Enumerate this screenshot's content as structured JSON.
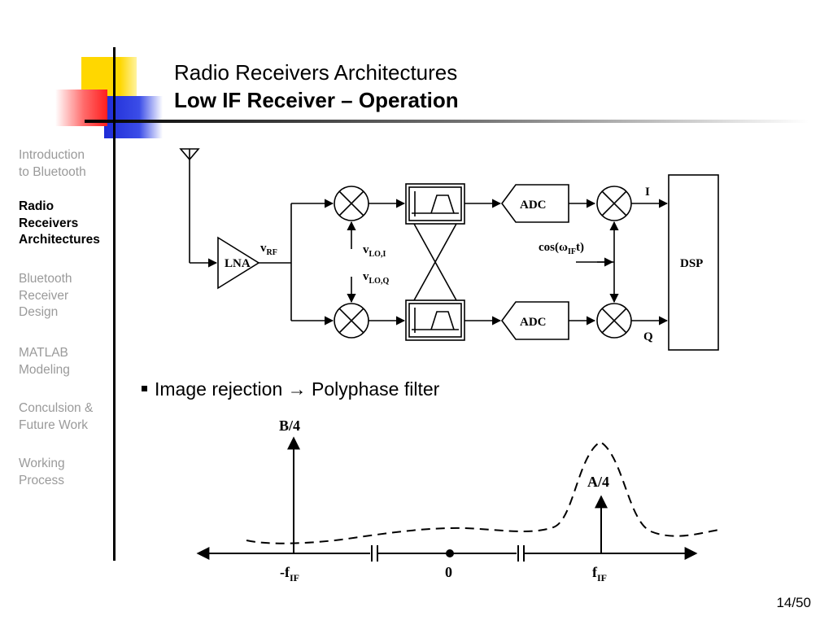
{
  "slide": {
    "title_line1": "Radio Receivers Architectures",
    "title_line2": "Low IF Receiver – Operation",
    "page_number": "14/50"
  },
  "sidebar": {
    "items": [
      {
        "lines": [
          "Introduction",
          "to Bluetooth"
        ],
        "active": false
      },
      {
        "lines": [
          "Radio",
          "Receivers",
          "Architectures"
        ],
        "active": true
      },
      {
        "lines": [
          "Bluetooth",
          "Receiver",
          "Design"
        ],
        "active": false
      },
      {
        "lines": [
          "MATLAB",
          "Modeling"
        ],
        "active": false
      },
      {
        "lines": [
          "Conculsion &",
          "Future Work"
        ],
        "active": false
      },
      {
        "lines": [
          "Working",
          "Process"
        ],
        "active": false
      }
    ]
  },
  "bullet": {
    "text_before": "Image rejection",
    "arrow": "→",
    "text_after": "Polyphase filter"
  },
  "block_diagram": {
    "lna": "LNA",
    "v_rf": {
      "base": "v",
      "sub": "RF"
    },
    "v_lo_i": {
      "base": "v",
      "sub": "LO,I"
    },
    "v_lo_q": {
      "base": "v",
      "sub": "LO,Q"
    },
    "adc_top": "ADC",
    "adc_bottom": "ADC",
    "cos_label": {
      "prefix": "cos(ω",
      "sub": "IF",
      "suffix": "t)"
    },
    "out_i": "I",
    "out_q": "Q",
    "dsp": "DSP"
  },
  "spectrum": {
    "label_b4": "B/4",
    "label_a4": "A/4",
    "tick_neg_fif": {
      "base": "-f",
      "sub": "IF"
    },
    "tick_zero": "0",
    "tick_fif": {
      "base": "f",
      "sub": "IF"
    }
  },
  "colors": {
    "yellow": "#ffd700",
    "red": "#ff2d2d",
    "blue": "#1e2bd6",
    "nav_inactive": "#9a9a9a"
  }
}
